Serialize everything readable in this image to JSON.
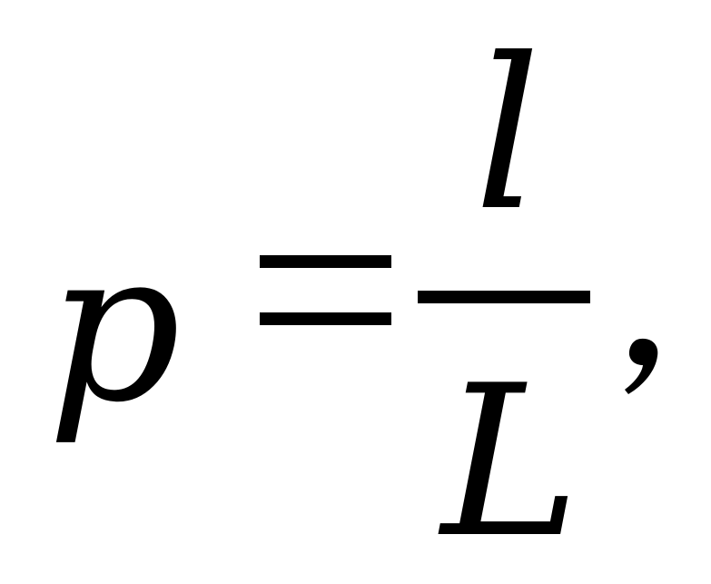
{
  "formula": {
    "lhs": "p",
    "operator": "=",
    "numerator": "l",
    "denominator": "L",
    "trailing_punctuation": ","
  }
}
